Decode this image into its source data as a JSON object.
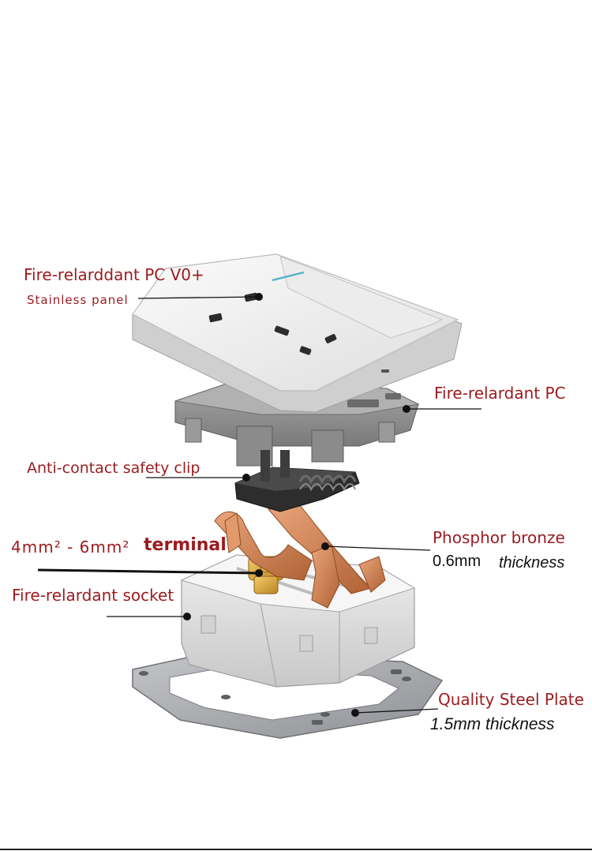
{
  "callouts": {
    "panel_line1": "Fire-relarddant PC V0+",
    "panel_line2": "Stainless panel",
    "frame": "Fire-relardant PC",
    "clip": "Anti-contact safety clip",
    "terminal_part1": "4mm² - 6mm²",
    "terminal_part2": "terminal",
    "socket": "Fire-relardant socket",
    "bronze": "Phosphor bronze",
    "bronze_thickness_value": "0.6mm",
    "bronze_thickness_word": "thickness",
    "plate": "Quality Steel Plate",
    "plate_thickness": "1.5mm thickness"
  },
  "colors": {
    "label_red": "#9b1b1f",
    "leader": "#111111",
    "panel_white": "#f2f2f2",
    "frame_gray": "#8e8e8e",
    "copper": "#c77a4a",
    "brass": "#d6a23a",
    "steel": "#a7a9ad"
  }
}
